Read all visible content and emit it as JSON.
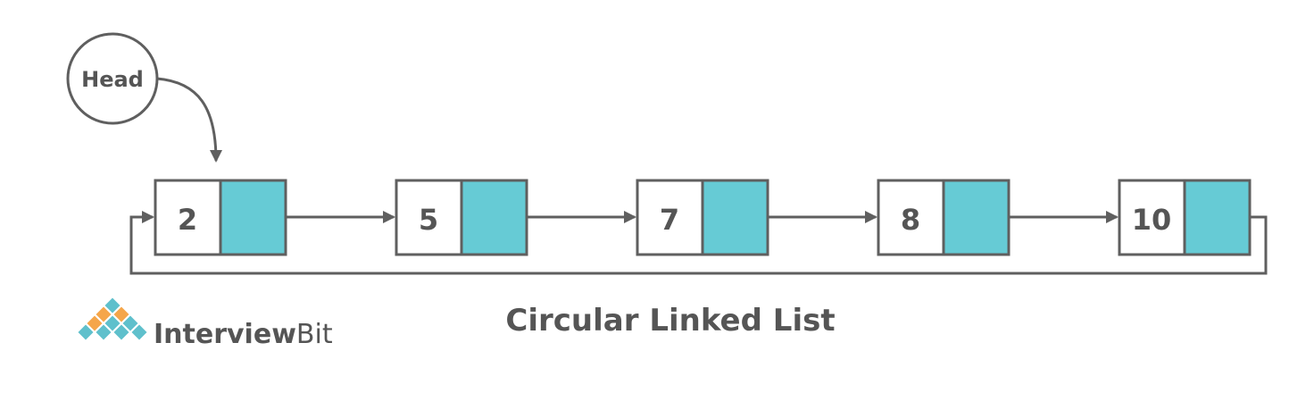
{
  "head": {
    "label": "Head"
  },
  "nodes": [
    {
      "value": "2"
    },
    {
      "value": "5"
    },
    {
      "value": "7"
    },
    {
      "value": "8"
    },
    {
      "value": "10"
    }
  ],
  "title": "Circular Linked List",
  "logo": {
    "text_bold": "Interview",
    "text_light": "Bit"
  },
  "colors": {
    "stroke": "#5f5f5f",
    "pointer_fill": "#66cbd5",
    "text": "#555555",
    "logo_orange": "#f5a64a",
    "logo_teal": "#5fc0cc"
  }
}
